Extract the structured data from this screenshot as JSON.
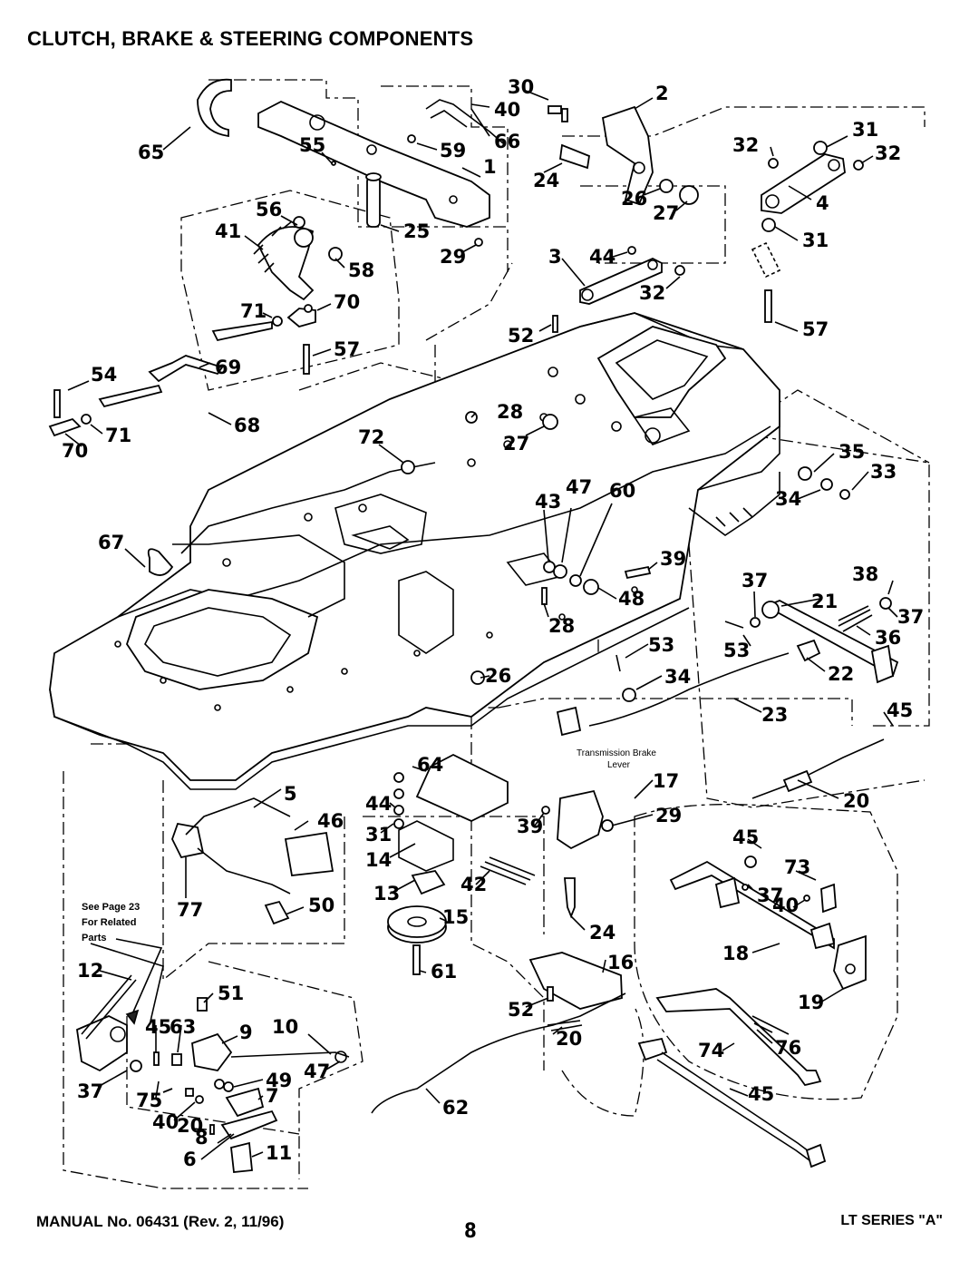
{
  "title": "CLUTCH, BRAKE & STEERING COMPONENTS",
  "footer": {
    "manual": "MANUAL No. 06431 (Rev. 2, 11/96)",
    "page": "8",
    "series": "LT SERIES \"A\""
  },
  "notes": {
    "transmission_line1": "Transmission Brake",
    "transmission_line2": "Lever",
    "see_page_line1": "See Page 23",
    "see_page_line2": "For Related",
    "see_page_line3": "Parts"
  },
  "callouts": [
    "30",
    "2",
    "40",
    "65",
    "59",
    "66",
    "55",
    "1",
    "31",
    "32",
    "32",
    "24",
    "4",
    "26",
    "27",
    "56",
    "25",
    "41",
    "58",
    "29",
    "3",
    "44",
    "31",
    "32",
    "71",
    "70",
    "57",
    "57",
    "52",
    "69",
    "54",
    "28",
    "71",
    "68",
    "27",
    "70",
    "72",
    "35",
    "33",
    "34",
    "43",
    "47",
    "60",
    "67",
    "39",
    "37",
    "38",
    "21",
    "48",
    "28",
    "37",
    "36",
    "53",
    "53",
    "22",
    "26",
    "34",
    "23",
    "45",
    "64",
    "17",
    "5",
    "44",
    "46",
    "29",
    "31",
    "39",
    "20",
    "14",
    "45",
    "73",
    "13",
    "42",
    "37",
    "40",
    "77",
    "50",
    "15",
    "24",
    "18",
    "16",
    "12",
    "61",
    "51",
    "52",
    "19",
    "45",
    "63",
    "9",
    "10",
    "20",
    "76",
    "47",
    "74",
    "49",
    "37",
    "7",
    "45",
    "75",
    "62",
    "40",
    "20",
    "8",
    "11",
    "6"
  ]
}
